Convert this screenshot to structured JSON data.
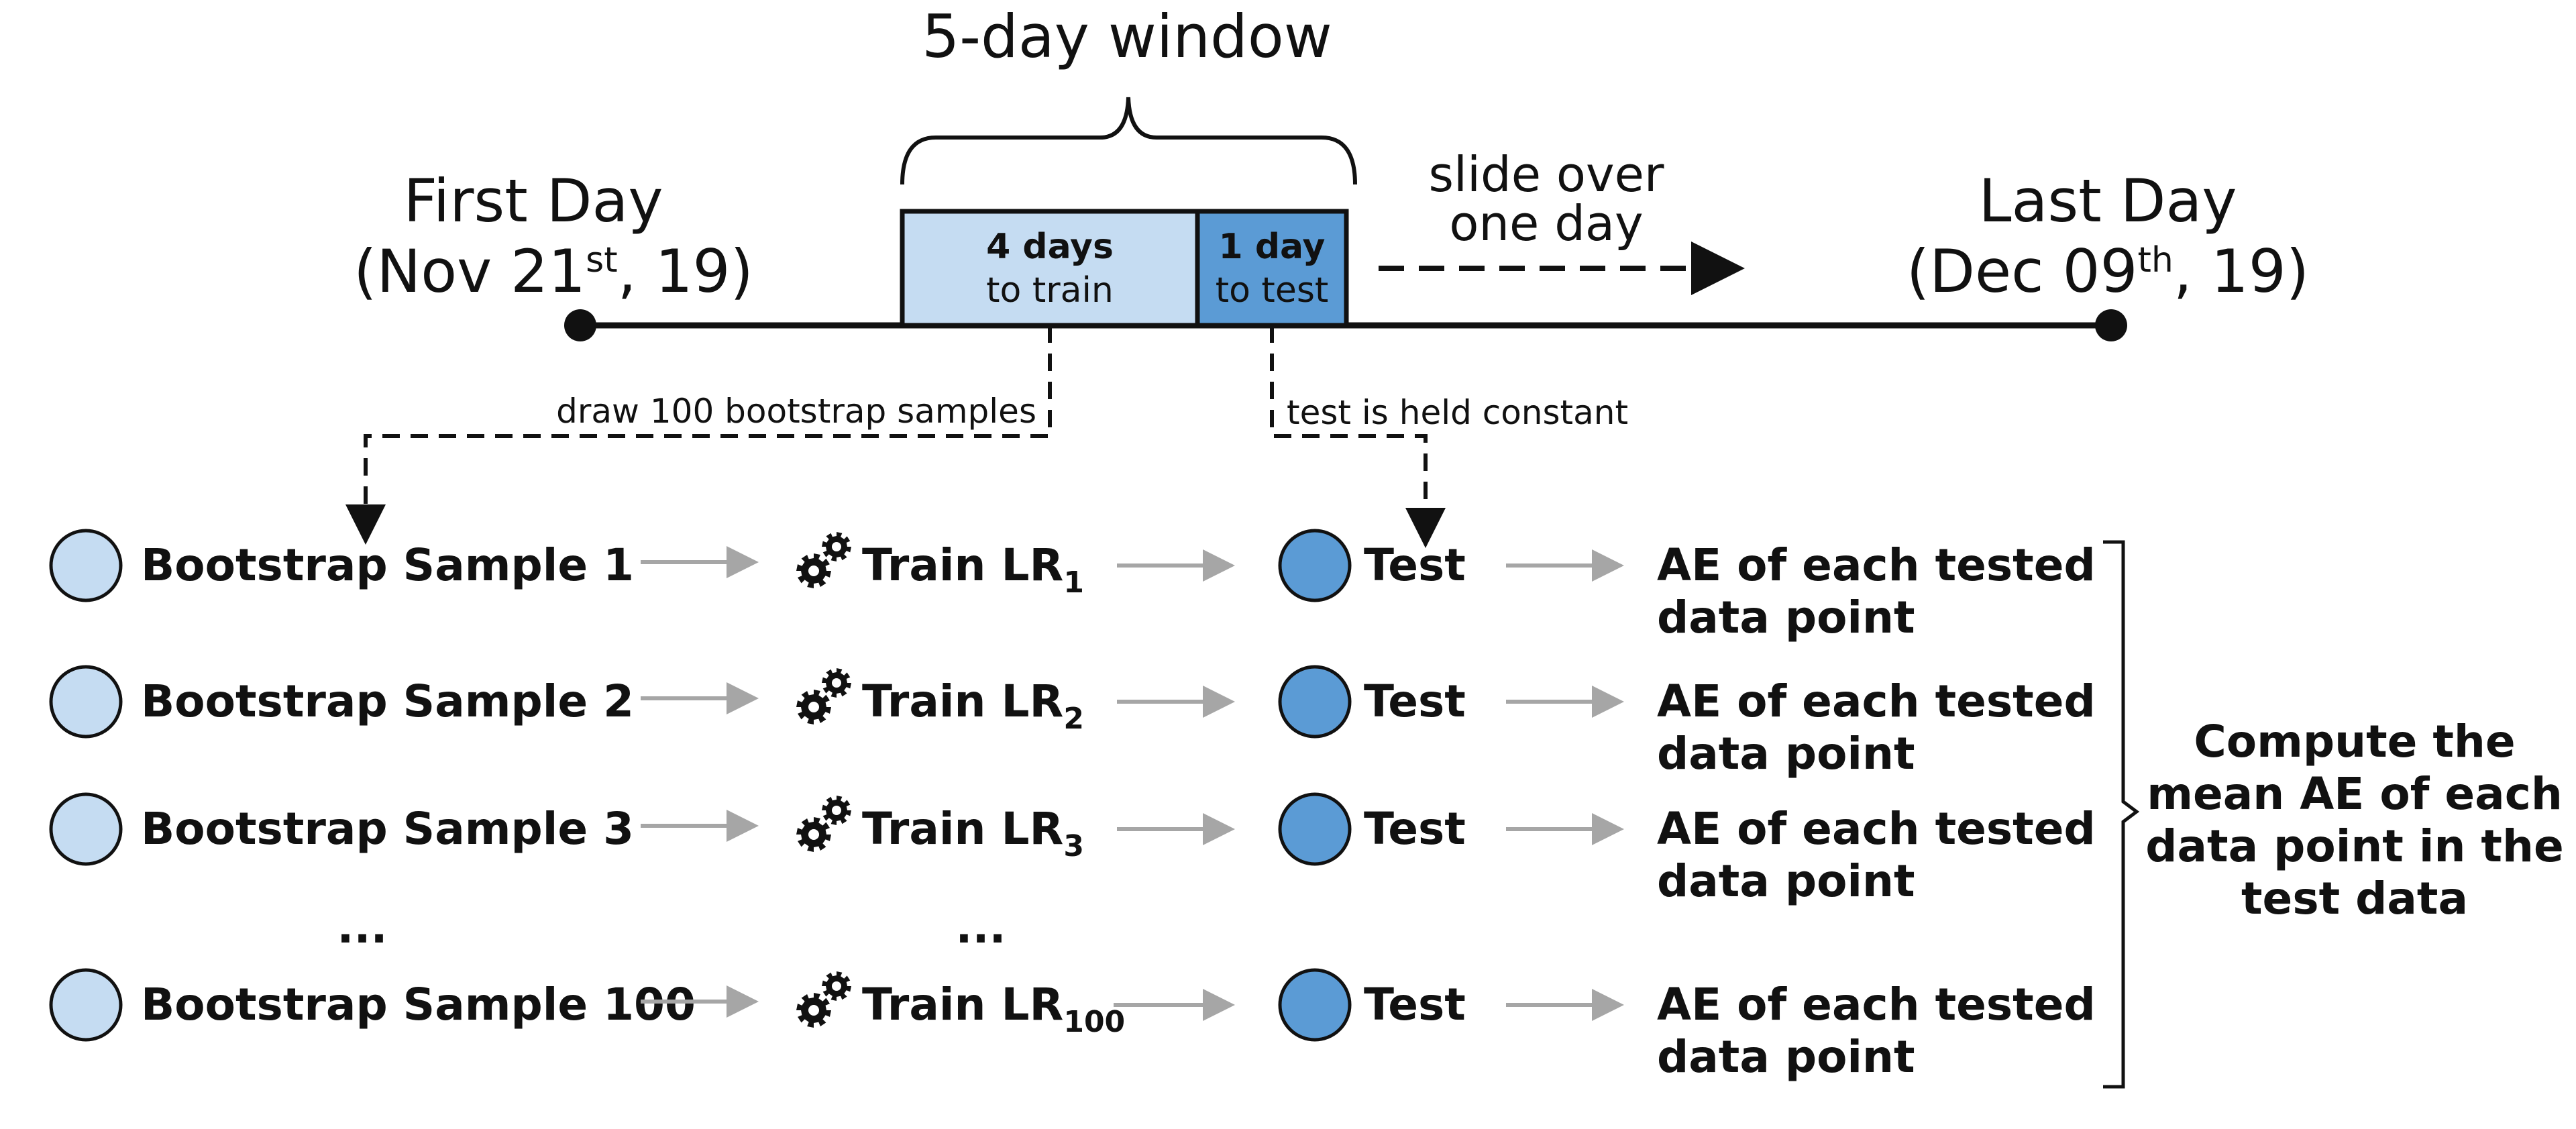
{
  "window_label": "5-day window",
  "first_day": {
    "title": "First Day",
    "date_prefix": "(Nov 21",
    "date_sup": "st",
    "date_suffix": ", 19)"
  },
  "last_day": {
    "title": "Last Day",
    "date_prefix": "(Dec 09",
    "date_sup": "th",
    "date_suffix": ", 19)"
  },
  "train_box": {
    "line1": "4 days",
    "line2": "to train"
  },
  "test_box": {
    "line1": "1 day",
    "line2": "to test"
  },
  "slide_label": {
    "line1": "slide over",
    "line2": "one day"
  },
  "bootstrap_note": "draw 100 bootstrap samples",
  "test_note": "test is held constant",
  "ellipsis": "...",
  "rows": [
    {
      "sample": "Bootstrap Sample 1",
      "train": "Train LR",
      "train_sub": "1",
      "test": "Test",
      "result_line1": "AE of each tested",
      "result_line2": "data point"
    },
    {
      "sample": "Bootstrap Sample 2",
      "train": "Train LR",
      "train_sub": "2",
      "test": "Test",
      "result_line1": "AE of each tested",
      "result_line2": "data point"
    },
    {
      "sample": "Bootstrap Sample 3",
      "train": "Train LR",
      "train_sub": "3",
      "test": "Test",
      "result_line1": "AE of each tested",
      "result_line2": "data point"
    },
    {
      "sample": "Bootstrap Sample 100",
      "train": "Train LR",
      "train_sub": "100",
      "test": "Test",
      "result_line1": "AE of each tested",
      "result_line2": "data point"
    }
  ],
  "summary": [
    "Compute the",
    "mean AE of each",
    "data point in the",
    "test data"
  ],
  "colors": {
    "train_fill": "#c5dcf2",
    "test_fill": "#5b9bd5",
    "sample_circle": "#c5dcf2",
    "test_circle": "#5b9bd5",
    "flow_arrow": "#a6a6a6"
  },
  "icons": {
    "train": "gears-icon"
  }
}
